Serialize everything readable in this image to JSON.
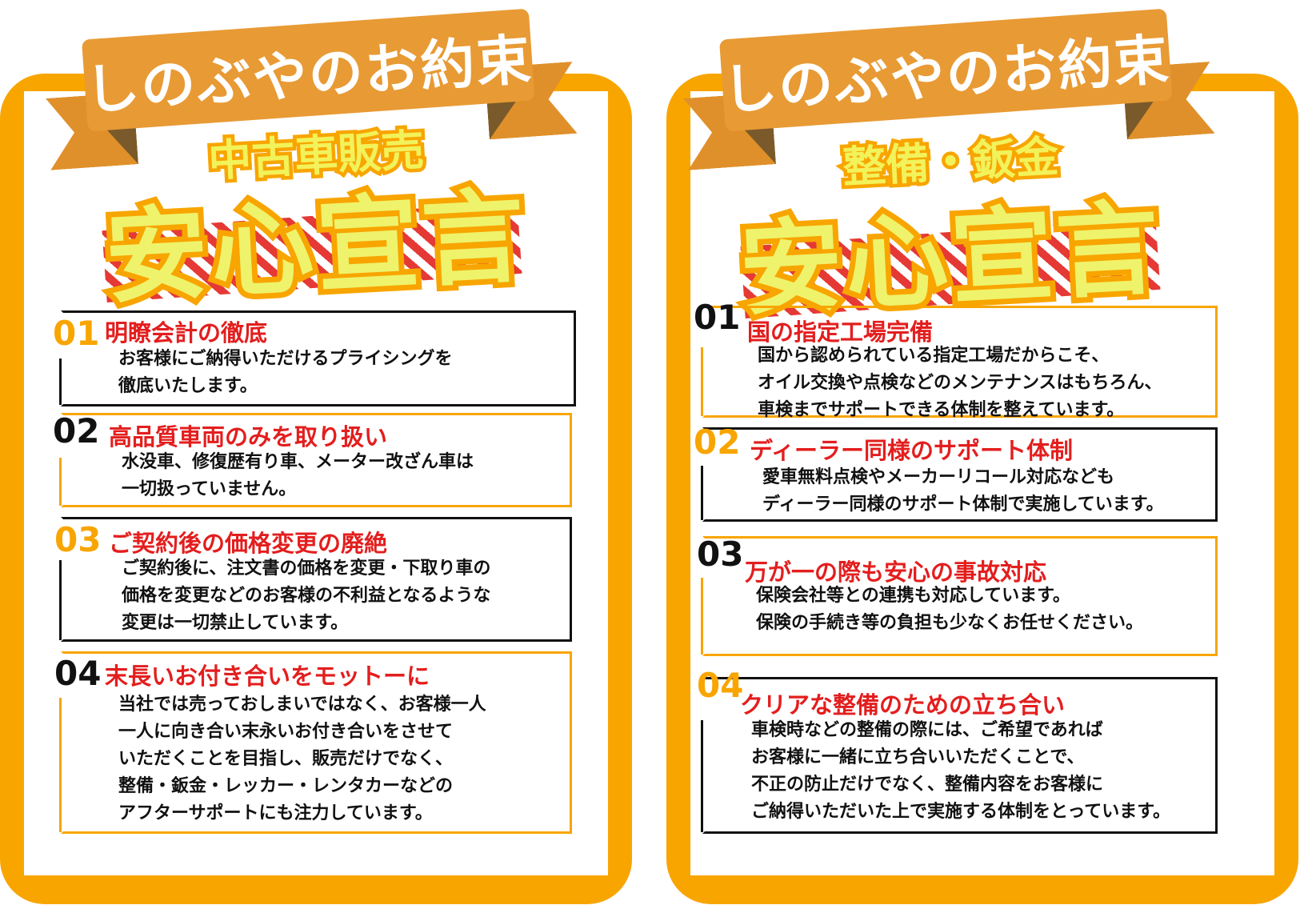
{
  "colors": {
    "frame": "#f8a500",
    "ribbon": "#e89a34",
    "title_fill": "#eef36b",
    "item_title": "#e31e1e",
    "stripe": "#e53935",
    "black": "#111111"
  },
  "left": {
    "ribbon": "しのぶやのお約束",
    "subtitle": "中古車販売",
    "title": "安心宣言",
    "items": [
      {
        "num": "01",
        "num_color": "#f8a500",
        "title": "明瞭会計の徹底",
        "lines": [
          "お客様にご納得いただけるプライシングを",
          "徹底いたします。"
        ]
      },
      {
        "num": "02",
        "num_color": "#111111",
        "title": "高品質車両のみを取り扱い",
        "lines": [
          "水没車、修復歴有り車、メーター改ざん車は",
          "一切扱っていません。"
        ]
      },
      {
        "num": "03",
        "num_color": "#f8a500",
        "title": "ご契約後の価格変更の廃絶",
        "lines": [
          "ご契約後に、注文書の価格を変更・下取り車の",
          "価格を変更などのお客様の不利益となるような",
          "変更は一切禁止しています。"
        ]
      },
      {
        "num": "04",
        "num_color": "#111111",
        "title": "末長いお付き合いをモットーに",
        "lines": [
          "当社では売っておしまいではなく、お客様一人",
          "一人に向き合い末永いお付き合いをさせて",
          "いただくことを目指し、販売だけでなく、",
          "整備・鈑金・レッカー・レンタカーなどの",
          "アフターサポートにも注力しています。"
        ]
      }
    ]
  },
  "right": {
    "ribbon": "しのぶやのお約束",
    "subtitle": "整備・鈑金",
    "title": "安心宣言",
    "items": [
      {
        "num": "01",
        "num_color": "#111111",
        "title": "国の指定工場完備",
        "lines": [
          "国から認められている指定工場だからこそ、",
          "オイル交換や点検などのメンテナンスはもちろん、",
          "車検までサポートできる体制を整えています。"
        ]
      },
      {
        "num": "02",
        "num_color": "#f8a500",
        "title": "ディーラー同様のサポート体制",
        "lines": [
          "愛車無料点検やメーカーリコール対応なども",
          "ディーラー同様のサポート体制で実施しています。"
        ]
      },
      {
        "num": "03",
        "num_color": "#111111",
        "title": "万が一の際も安心の事故対応",
        "lines": [
          "保険会社等との連携も対応しています。",
          "保険の手続き等の負担も少なくお任せください。"
        ]
      },
      {
        "num": "04",
        "num_color": "#f8a500",
        "title": "クリアな整備のための立ち合い",
        "lines": [
          "車検時などの整備の際には、ご希望であれば",
          "お客様に一緒に立ち合いいただくことで、",
          "不正の防止だけでなく、整備内容をお客様に",
          "ご納得いただいた上で実施する体制をとっています。"
        ]
      }
    ]
  }
}
